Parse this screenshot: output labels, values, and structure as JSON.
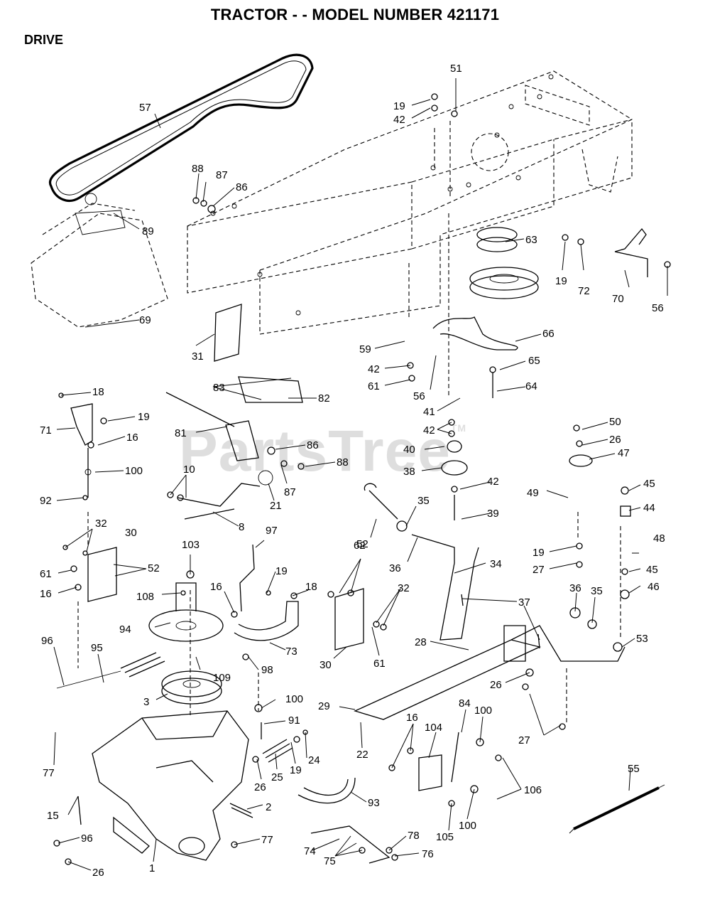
{
  "title": "TRACTOR - - MODEL NUMBER 421171",
  "section": "DRIVE",
  "watermark": {
    "text": "PartsTree",
    "mark": "TM"
  },
  "callouts": [
    "57",
    "88",
    "87",
    "86",
    "89",
    "69",
    "31",
    "51",
    "19",
    "42",
    "63",
    "19",
    "72",
    "70",
    "56",
    "59",
    "42",
    "61",
    "56",
    "66",
    "65",
    "64",
    "41",
    "42",
    "40",
    "38",
    "42",
    "39",
    "50",
    "26",
    "47",
    "45",
    "44",
    "48",
    "49",
    "19",
    "27",
    "45",
    "46",
    "18",
    "19",
    "71",
    "16",
    "100",
    "92",
    "83",
    "82",
    "81",
    "86",
    "88",
    "87",
    "10",
    "21",
    "8",
    "32",
    "30",
    "52",
    "61",
    "16",
    "103",
    "108",
    "94",
    "97",
    "16",
    "19",
    "18",
    "73",
    "98",
    "52",
    "32",
    "30",
    "61",
    "62",
    "35",
    "36",
    "34",
    "37",
    "36",
    "35",
    "53",
    "28",
    "26",
    "27",
    "96",
    "95",
    "109",
    "3",
    "100",
    "29",
    "22",
    "91",
    "24",
    "19",
    "25",
    "26",
    "16",
    "104",
    "84",
    "100",
    "106",
    "105",
    "100",
    "77",
    "15",
    "2",
    "93",
    "55",
    "96",
    "26",
    "1",
    "77",
    "74",
    "75",
    "78",
    "76"
  ],
  "icons": [
    "drive-belt",
    "tractor-frame",
    "transaxle",
    "clutch-idler-pulley",
    "extension-spring",
    "shift-lever",
    "pedal-shaft",
    "clutch-brake-rod"
  ]
}
